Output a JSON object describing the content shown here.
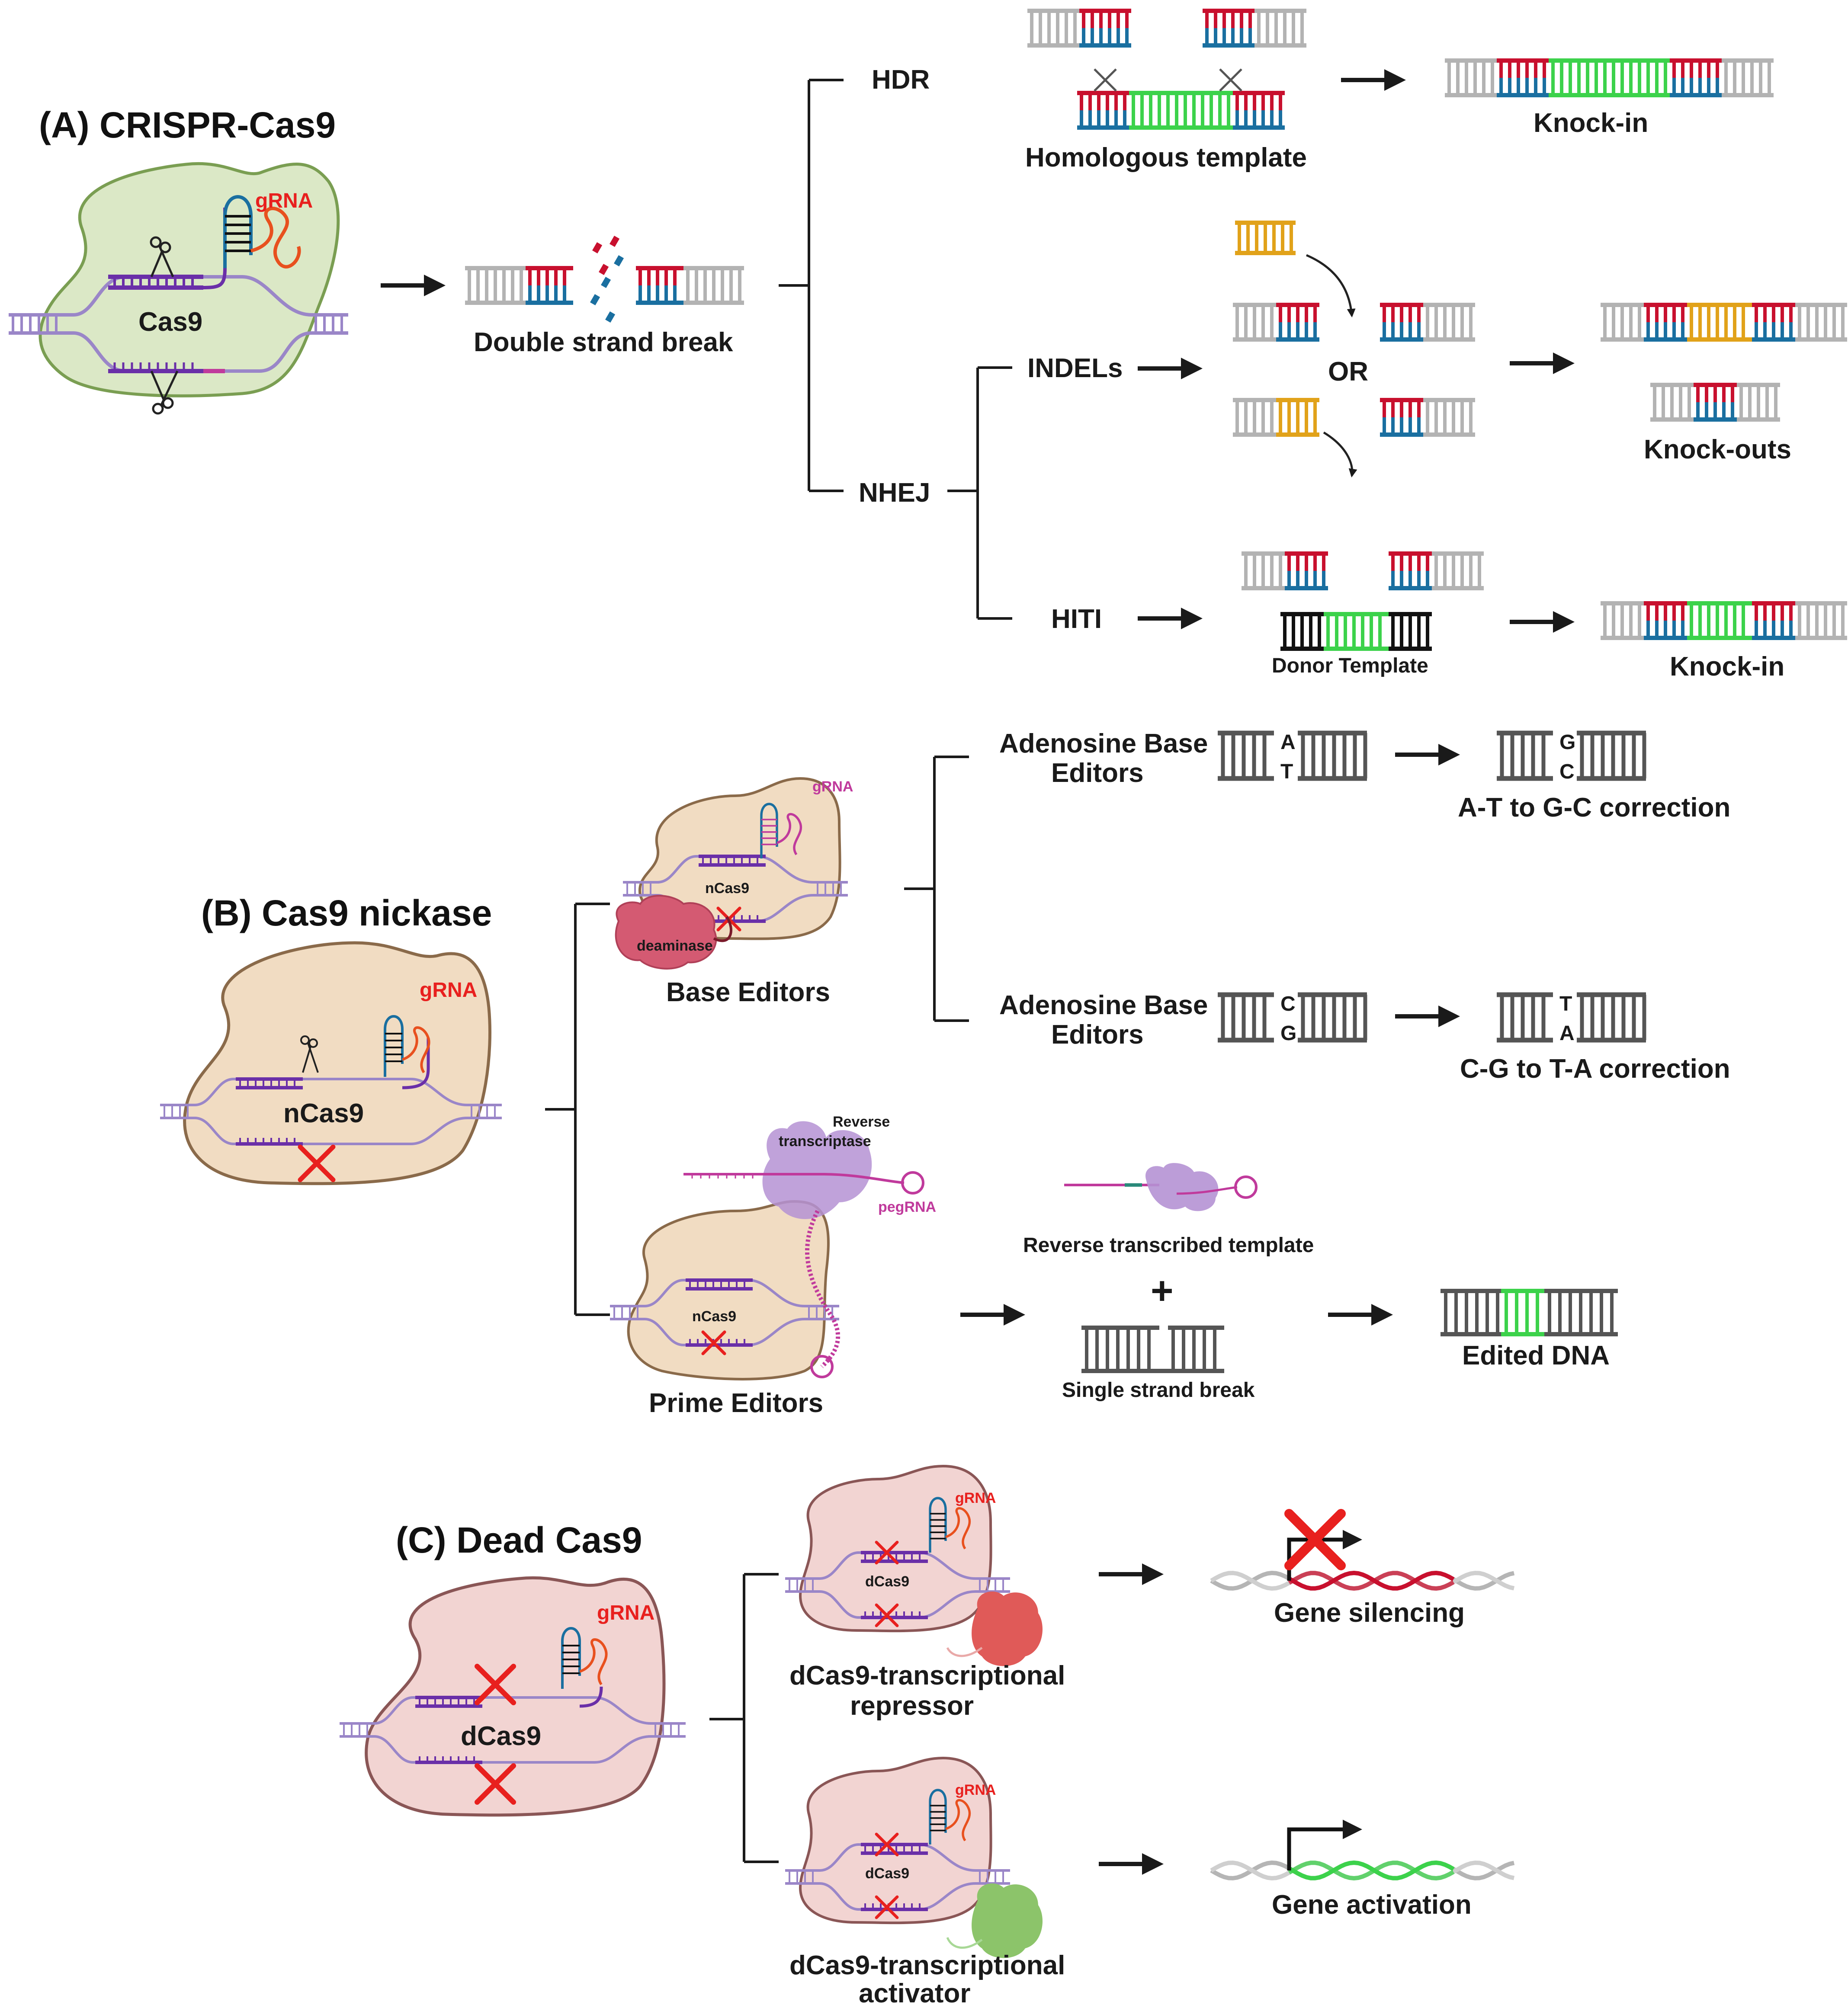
{
  "colors": {
    "dna_grey": "#b3b3b3",
    "dna_dark": "#555555",
    "red": "#c8102e",
    "blue": "#1a6fa0",
    "green": "#3cd24b",
    "yellow": "#e1a21a",
    "purple": "#6a2fa8",
    "lavender": "#9a86c8",
    "cas9_fill": "#dbe8c6",
    "cas9_stroke": "#7a9e52",
    "ncas9_fill": "#f1dcc2",
    "ncas9_stroke": "#8a6a4a",
    "dcas9_fill": "#f2d4d2",
    "dcas9_stroke": "#8a5656",
    "grna_red": "#e8201e",
    "deaminase": "#d45a72",
    "rt_purple": "#b592d4",
    "repressor": "#e05a58",
    "activator": "#8cc46a"
  },
  "panelA": {
    "title": "(A) CRISPR-Cas9",
    "protein_label": "Cas9",
    "grna_label": "gRNA",
    "dsb_label": "Double strand break",
    "hdr_label": "HDR",
    "homologous_label": "Homologous template",
    "knockin_label": "Knock-in",
    "nhej_label": "NHEJ",
    "indels_label": "INDELs",
    "or_label": "OR",
    "knockouts_label": "Knock-outs",
    "hiti_label": "HITI",
    "donor_label": "Donor Template",
    "knockin2_label": "Knock-in"
  },
  "panelB": {
    "title": "(B) Cas9 nickase",
    "protein_label": "nCas9",
    "grna_label": "gRNA",
    "be_protein": "nCas9",
    "be_grna": "gRNA",
    "deaminase_label": "deaminase",
    "base_editors_label": "Base Editors",
    "abe1_line1": "Adenosine Base",
    "abe1_line2": "Editors",
    "abe1_top": "A",
    "abe1_bot": "T",
    "abe1_res_top": "G",
    "abe1_res_bot": "C",
    "abe1_result": "A-T to G-C correction",
    "abe2_line1": "Adenosine Base",
    "abe2_line2": "Editors",
    "abe2_top": "C",
    "abe2_bot": "G",
    "abe2_res_top": "T",
    "abe2_res_bot": "A",
    "abe2_result": "C-G to T-A correction",
    "rt_line1": "Reverse",
    "rt_line2": "transcriptase",
    "pegrna_label": "pegRNA",
    "pe_protein": "nCas9",
    "prime_editors_label": "Prime Editors",
    "rtt_label": "Reverse transcribed template",
    "plus": "+",
    "ssb_label": "Single strand break",
    "edited_label": "Edited DNA"
  },
  "panelC": {
    "title": "(C) Dead Cas9",
    "protein_label": "dCas9",
    "grna_label": "gRNA",
    "rep_protein": "dCas9",
    "rep_grna": "gRNA",
    "rep_line1": "dCas9-transcriptional",
    "rep_line2": "repressor",
    "silencing_label": "Gene silencing",
    "act_protein": "dCas9",
    "act_grna": "gRNA",
    "act_line1": "dCas9-transcriptional",
    "act_line2": "activator",
    "activation_label": "Gene activation"
  }
}
